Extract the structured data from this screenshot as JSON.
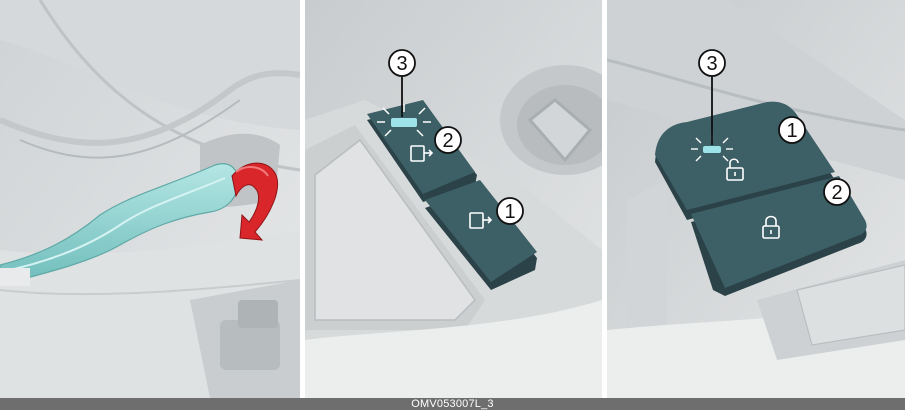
{
  "caption": "OMV053007L_3",
  "callouts": {
    "one": "1",
    "two": "2",
    "three": "3"
  },
  "colors": {
    "button_fill": "#3d5f66",
    "button_shadow": "#2a4248",
    "handle_fill": "#8fd2d0",
    "arrow_red": "#d9262b",
    "background_grey": "#d9dcdd",
    "caption_bar": "#6e6e6e",
    "indicator_light": "#9fe3ea"
  },
  "icons": {
    "panel_1": [
      "door-handle",
      "pull-arrow"
    ],
    "panel_2": [
      "unlock-door-icon",
      "lock-door-icon",
      "indicator-light"
    ],
    "panel_3": [
      "unlock-icon",
      "lock-icon",
      "indicator-light"
    ]
  }
}
